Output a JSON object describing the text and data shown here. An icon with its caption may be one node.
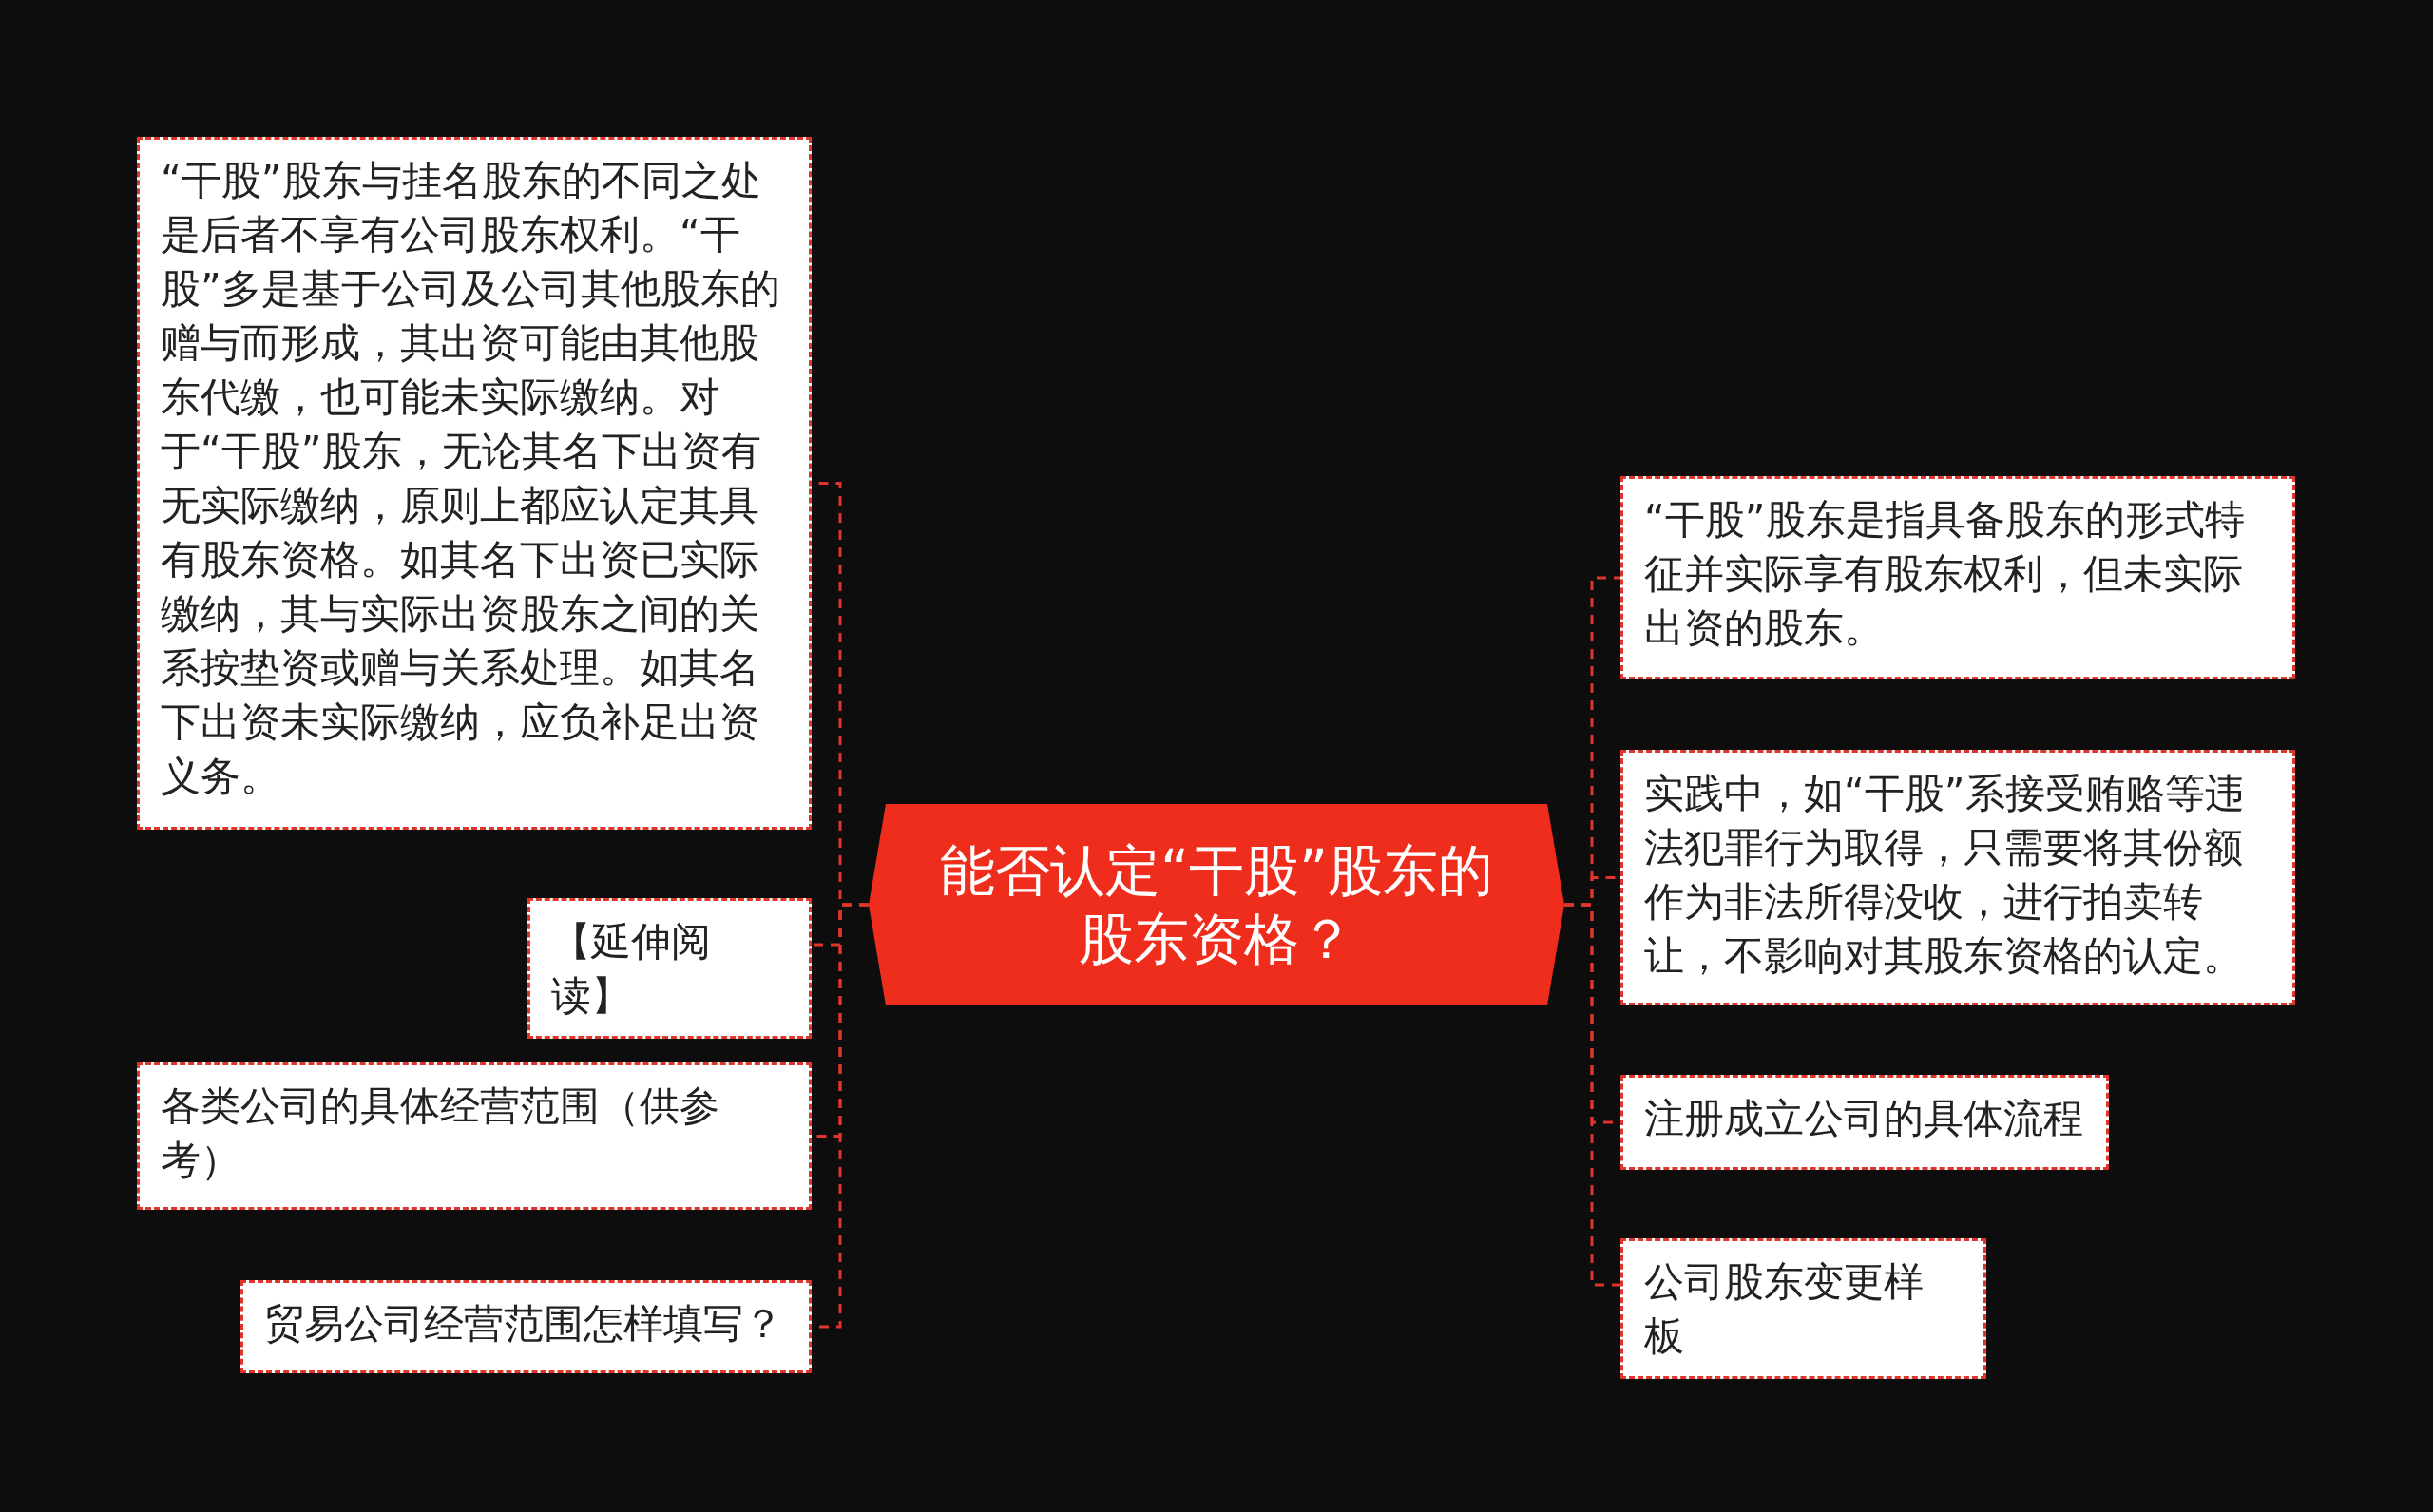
{
  "diagram": {
    "nodes": [
      {
        "text": [
          "能否认定“干股”股东的股东资格？"
        ]
      },
      {
        "text": [
          "“干股”股东与挂名股东的不同之处是后者不享有公司股东权利。“干股”多是基于公司及公司其他股东的赠与而形成，其出资可能由其他股东代缴，也可能未实际缴纳。对于“干股”股东，无论其名下出资有无实际缴纳，原则上都应认定其具有股东资格。如其名下出资已实际缴纳，其与实际出资股东之间的关系按垫资或赠与关系处理。如其名下出资未实际缴纳，应负补足出资义务。"
        ]
      },
      {
        "text": [
          "【延伸阅读】"
        ]
      },
      {
        "text": [
          "各类公司的具体经营范围（供参考）"
        ]
      },
      {
        "text": [
          "贸易公司经营范围怎样填写？"
        ]
      },
      {
        "text": [
          "“干股”股东是指具备股东的形式特征并实际享有股东权利，但未实际出资的股东。"
        ]
      },
      {
        "text": [
          "实践中，如“干股”系接受贿赂等违法犯罪行为取得，只需要将其份额作为非法所得没收，进行拍卖转让，不影响对其股东资格的认定。"
        ]
      },
      {
        "text": [
          "注册成立公司的具体流程"
        ]
      },
      {
        "text": [
          "公司股东变更样板"
        ]
      }
    ],
    "edges": [
      {
        "from": 0,
        "to": 1,
        "arrow": "none",
        "style": "dashed"
      },
      {
        "from": 0,
        "to": 2,
        "arrow": "none",
        "style": "dashed"
      },
      {
        "from": 0,
        "to": 3,
        "arrow": "none",
        "style": "dashed"
      },
      {
        "from": 0,
        "to": 4,
        "arrow": "none",
        "style": "dashed"
      },
      {
        "from": 0,
        "to": 5,
        "arrow": "none",
        "style": "dashed"
      },
      {
        "from": 0,
        "to": 6,
        "arrow": "none",
        "style": "dashed"
      },
      {
        "from": 0,
        "to": 7,
        "arrow": "none",
        "style": "dashed"
      },
      {
        "from": 0,
        "to": 8,
        "arrow": "none",
        "style": "dashed"
      }
    ]
  }
}
